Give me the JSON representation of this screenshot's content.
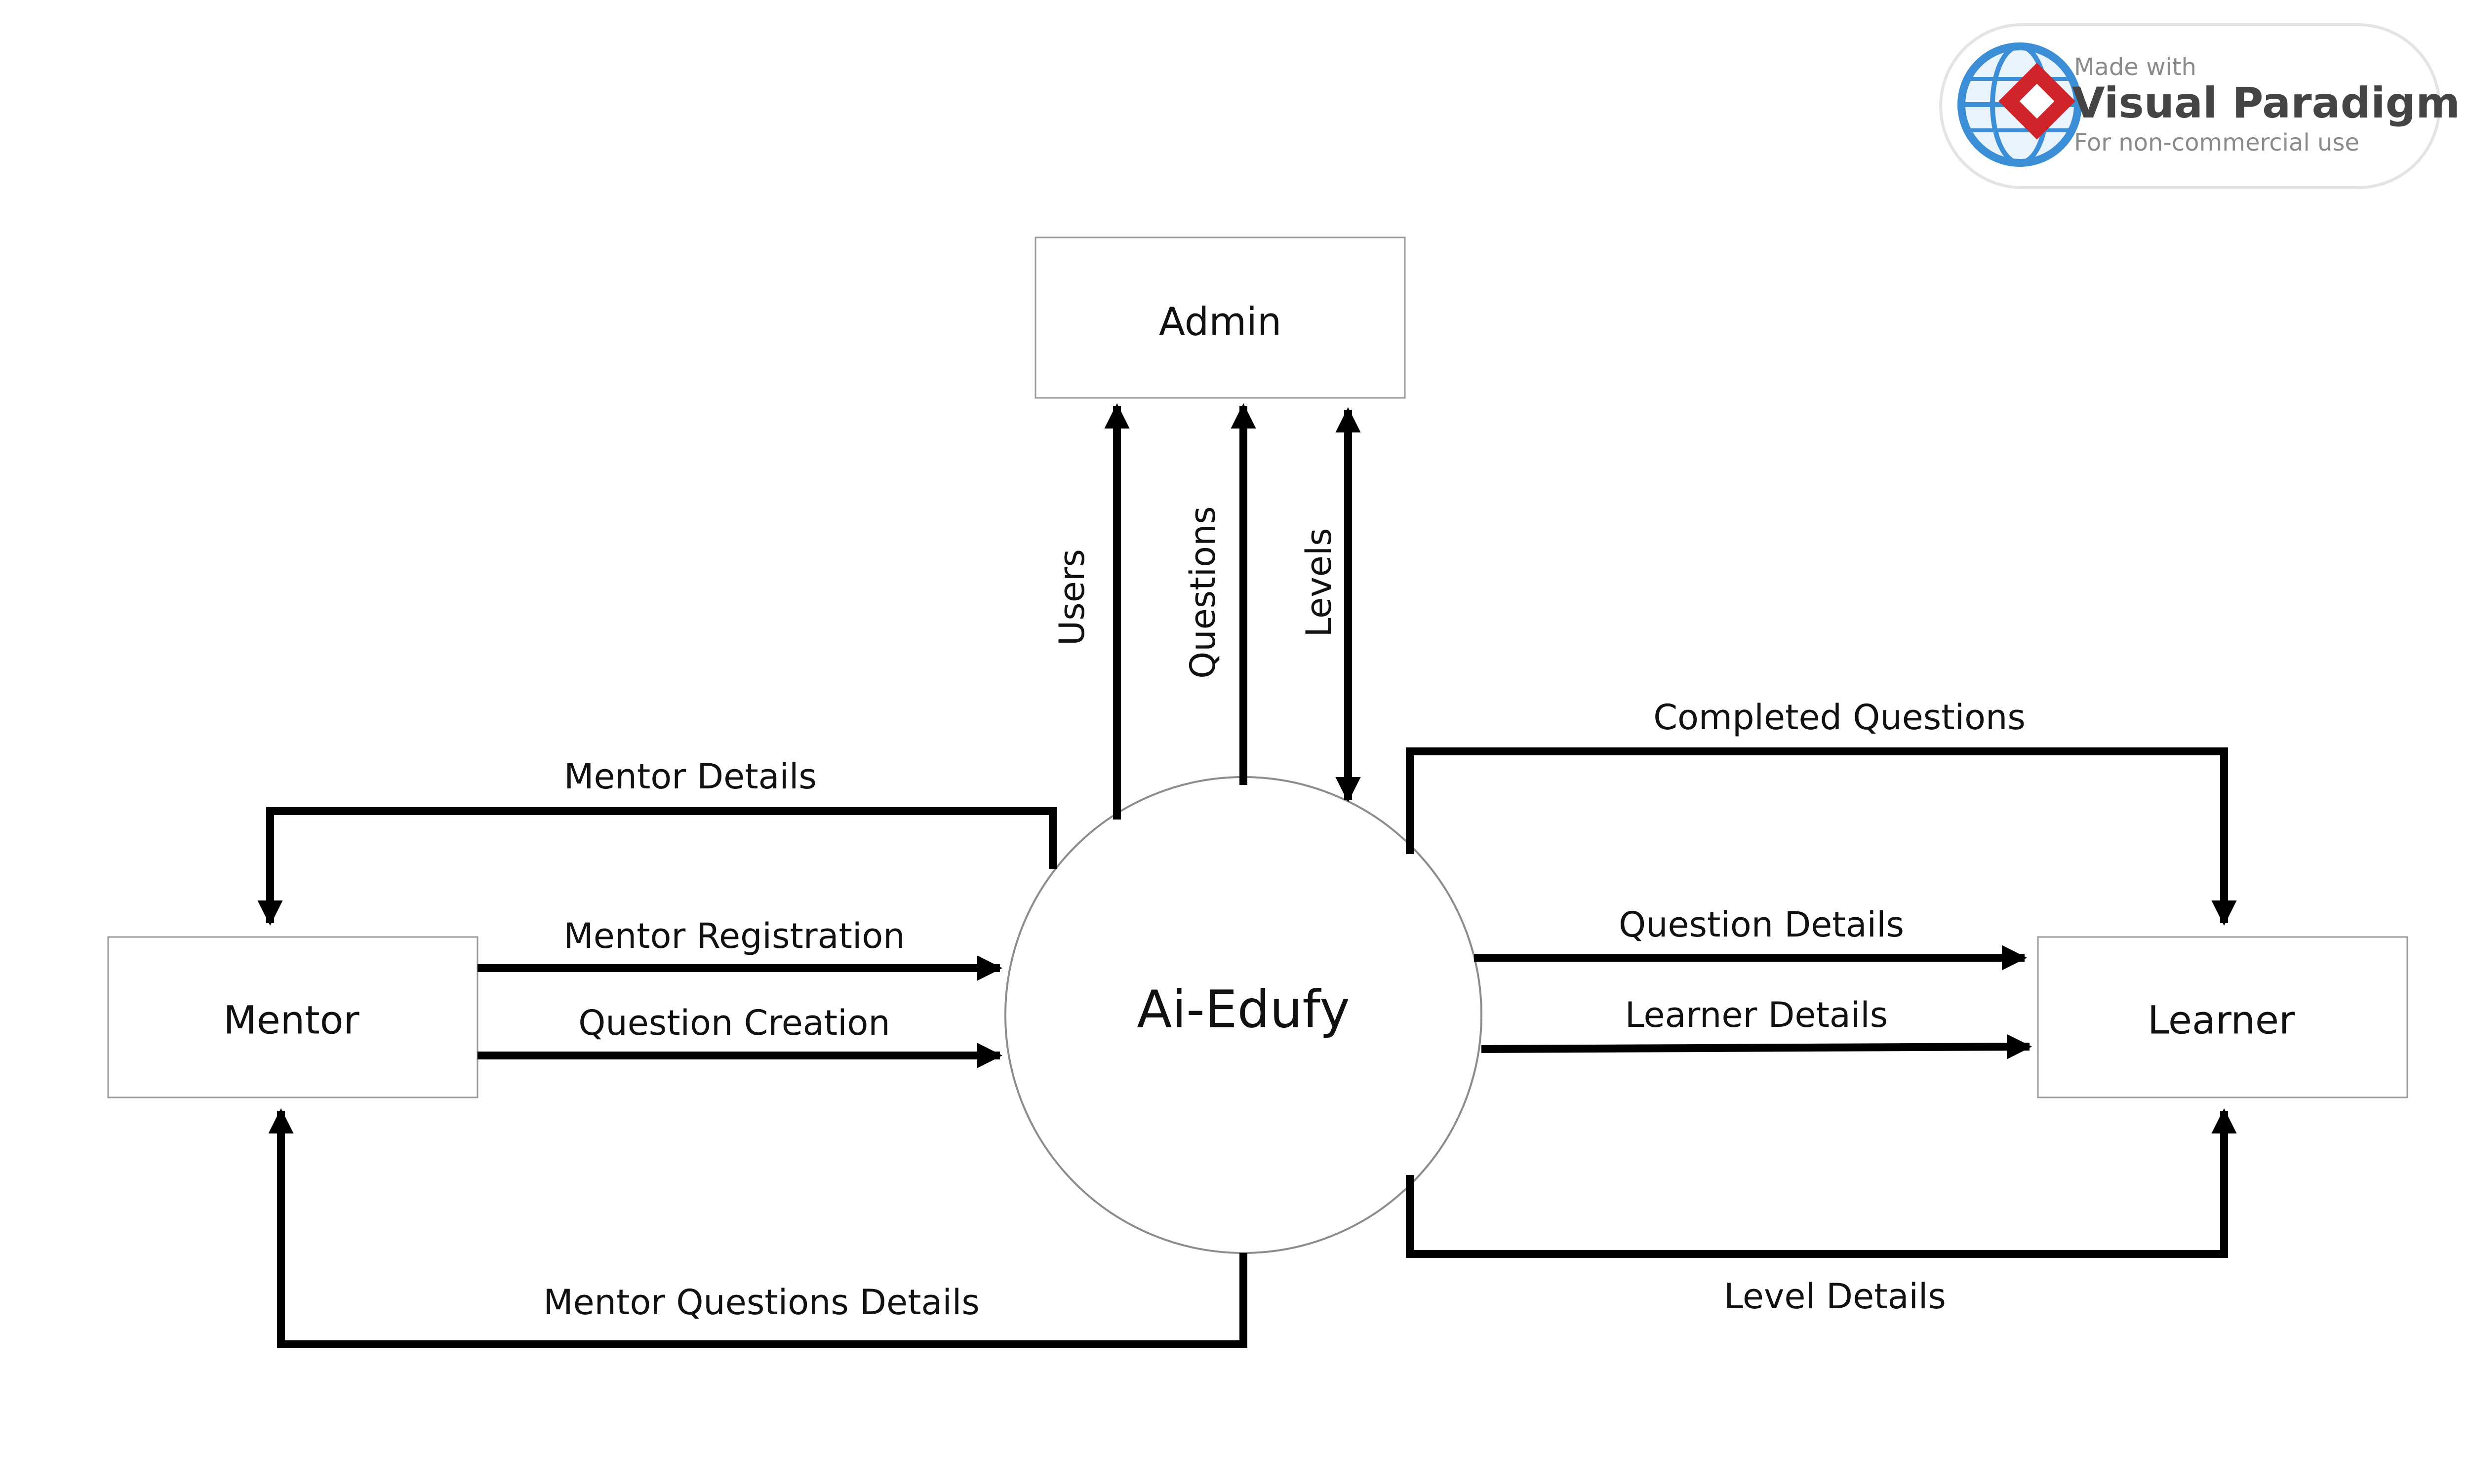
{
  "watermark": {
    "made_with": "Made with",
    "brand": "Visual Paradigm",
    "note": "For non-commercial use",
    "icon": "visual-paradigm-logo-icon"
  },
  "entities": {
    "admin": "Admin",
    "mentor": "Mentor",
    "learner": "Learner"
  },
  "process": {
    "label": "Ai-Edufy"
  },
  "flows": {
    "users": "Users",
    "questions": "Questions",
    "levels": "Levels",
    "mentor_details": "Mentor Details",
    "mentor_registration": "Mentor Registration",
    "question_creation": "Question Creation",
    "mentor_questions_details": "Mentor Questions Details",
    "completed_questions": "Completed Questions",
    "question_details": "Question Details",
    "learner_details": "Learner Details",
    "level_details": "Level Details"
  },
  "colors": {
    "line": "#000000",
    "box_border": "#9a9a9a",
    "logo_red": "#d0242b",
    "logo_blue": "#3c8fd6"
  }
}
